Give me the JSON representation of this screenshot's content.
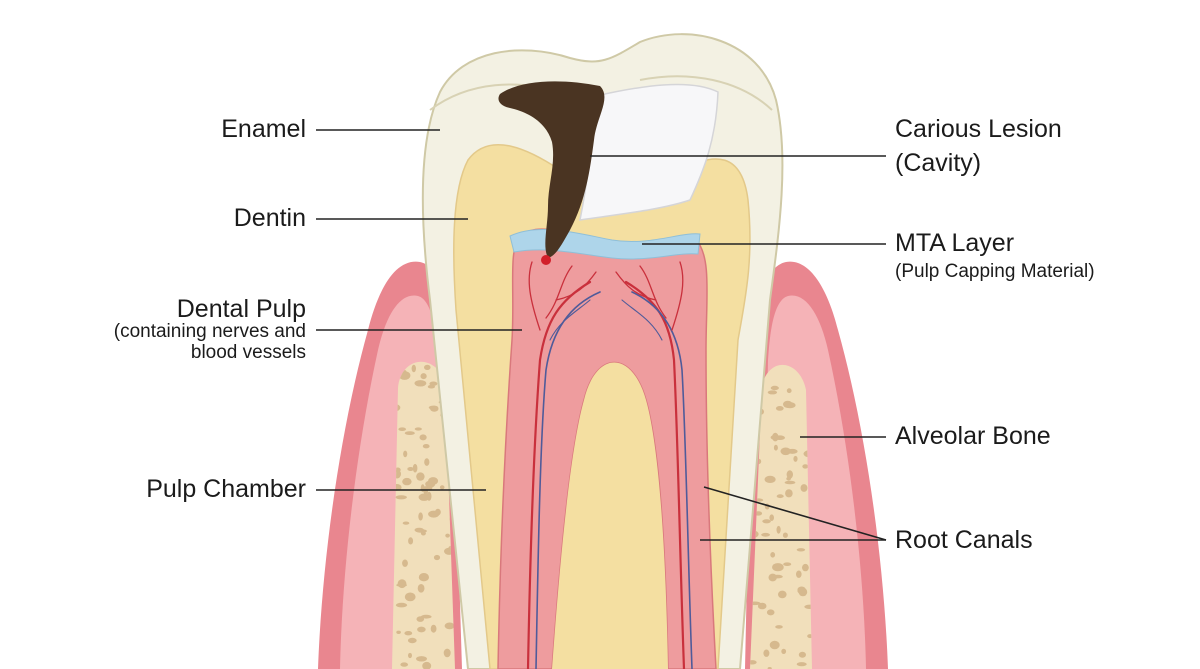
{
  "labels": {
    "enamel": "Enamel",
    "dentin": "Dentin",
    "dental_pulp": "Dental Pulp",
    "dental_pulp_note_1": "(containing nerves and",
    "dental_pulp_note_2": "blood vessels",
    "pulp_chamber": "Pulp Chamber",
    "carious_lesion_1": "Carious Lesion",
    "carious_lesion_2": "(Cavity)",
    "mta_layer": "MTA Layer",
    "mta_layer_note": "(Pulp Capping Material)",
    "alveolar_bone": "Alveolar Bone",
    "root_canals": "Root Canals"
  },
  "colors": {
    "background": "#ffffff",
    "gum": "#e9868f",
    "gum_light": "#f5b3b7",
    "bone": "#f1dfbb",
    "bone_pore": "#d6b98e",
    "enamel": "#f3f1e3",
    "dentin": "#f4dfa1",
    "pulp": "#ee9c9e",
    "cavity": "#4a3422",
    "filling": "#f7f7f9",
    "mta": "#aed5ea",
    "nerve_red": "#c9303c",
    "nerve_blue": "#4f5b9a",
    "leader": "#222222"
  }
}
